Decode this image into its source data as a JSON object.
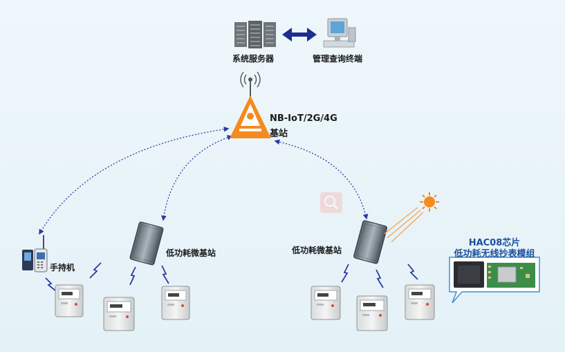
{
  "labels": {
    "server": "系统服务器",
    "terminal": "管理查询终端",
    "station_line1": "NB-IoT/2G/4G",
    "station_line2": "基站",
    "handheld": "手持机",
    "micro_station_left": "低功耗微基站",
    "micro_station_right": "低功耗微基站",
    "module_line1": "HAC08芯片",
    "module_line2": "低功耗无线抄表模组"
  },
  "colors": {
    "link": "#2c3aa0",
    "tower": "#f58a1f",
    "module_border": "#3a8fd6",
    "module_title": "#1d4f9c",
    "background": "#e8f4f9"
  },
  "icons": [
    "server-rack-icon",
    "desktop-computer-icon",
    "double-arrow-icon",
    "antenna-tower-icon",
    "handheld-terminal-icon",
    "micro-base-station-icon",
    "solar-sun-icon",
    "gas-meter-icon",
    "wireless-bolt-icon",
    "search-icon",
    "chip-module-icon"
  ]
}
